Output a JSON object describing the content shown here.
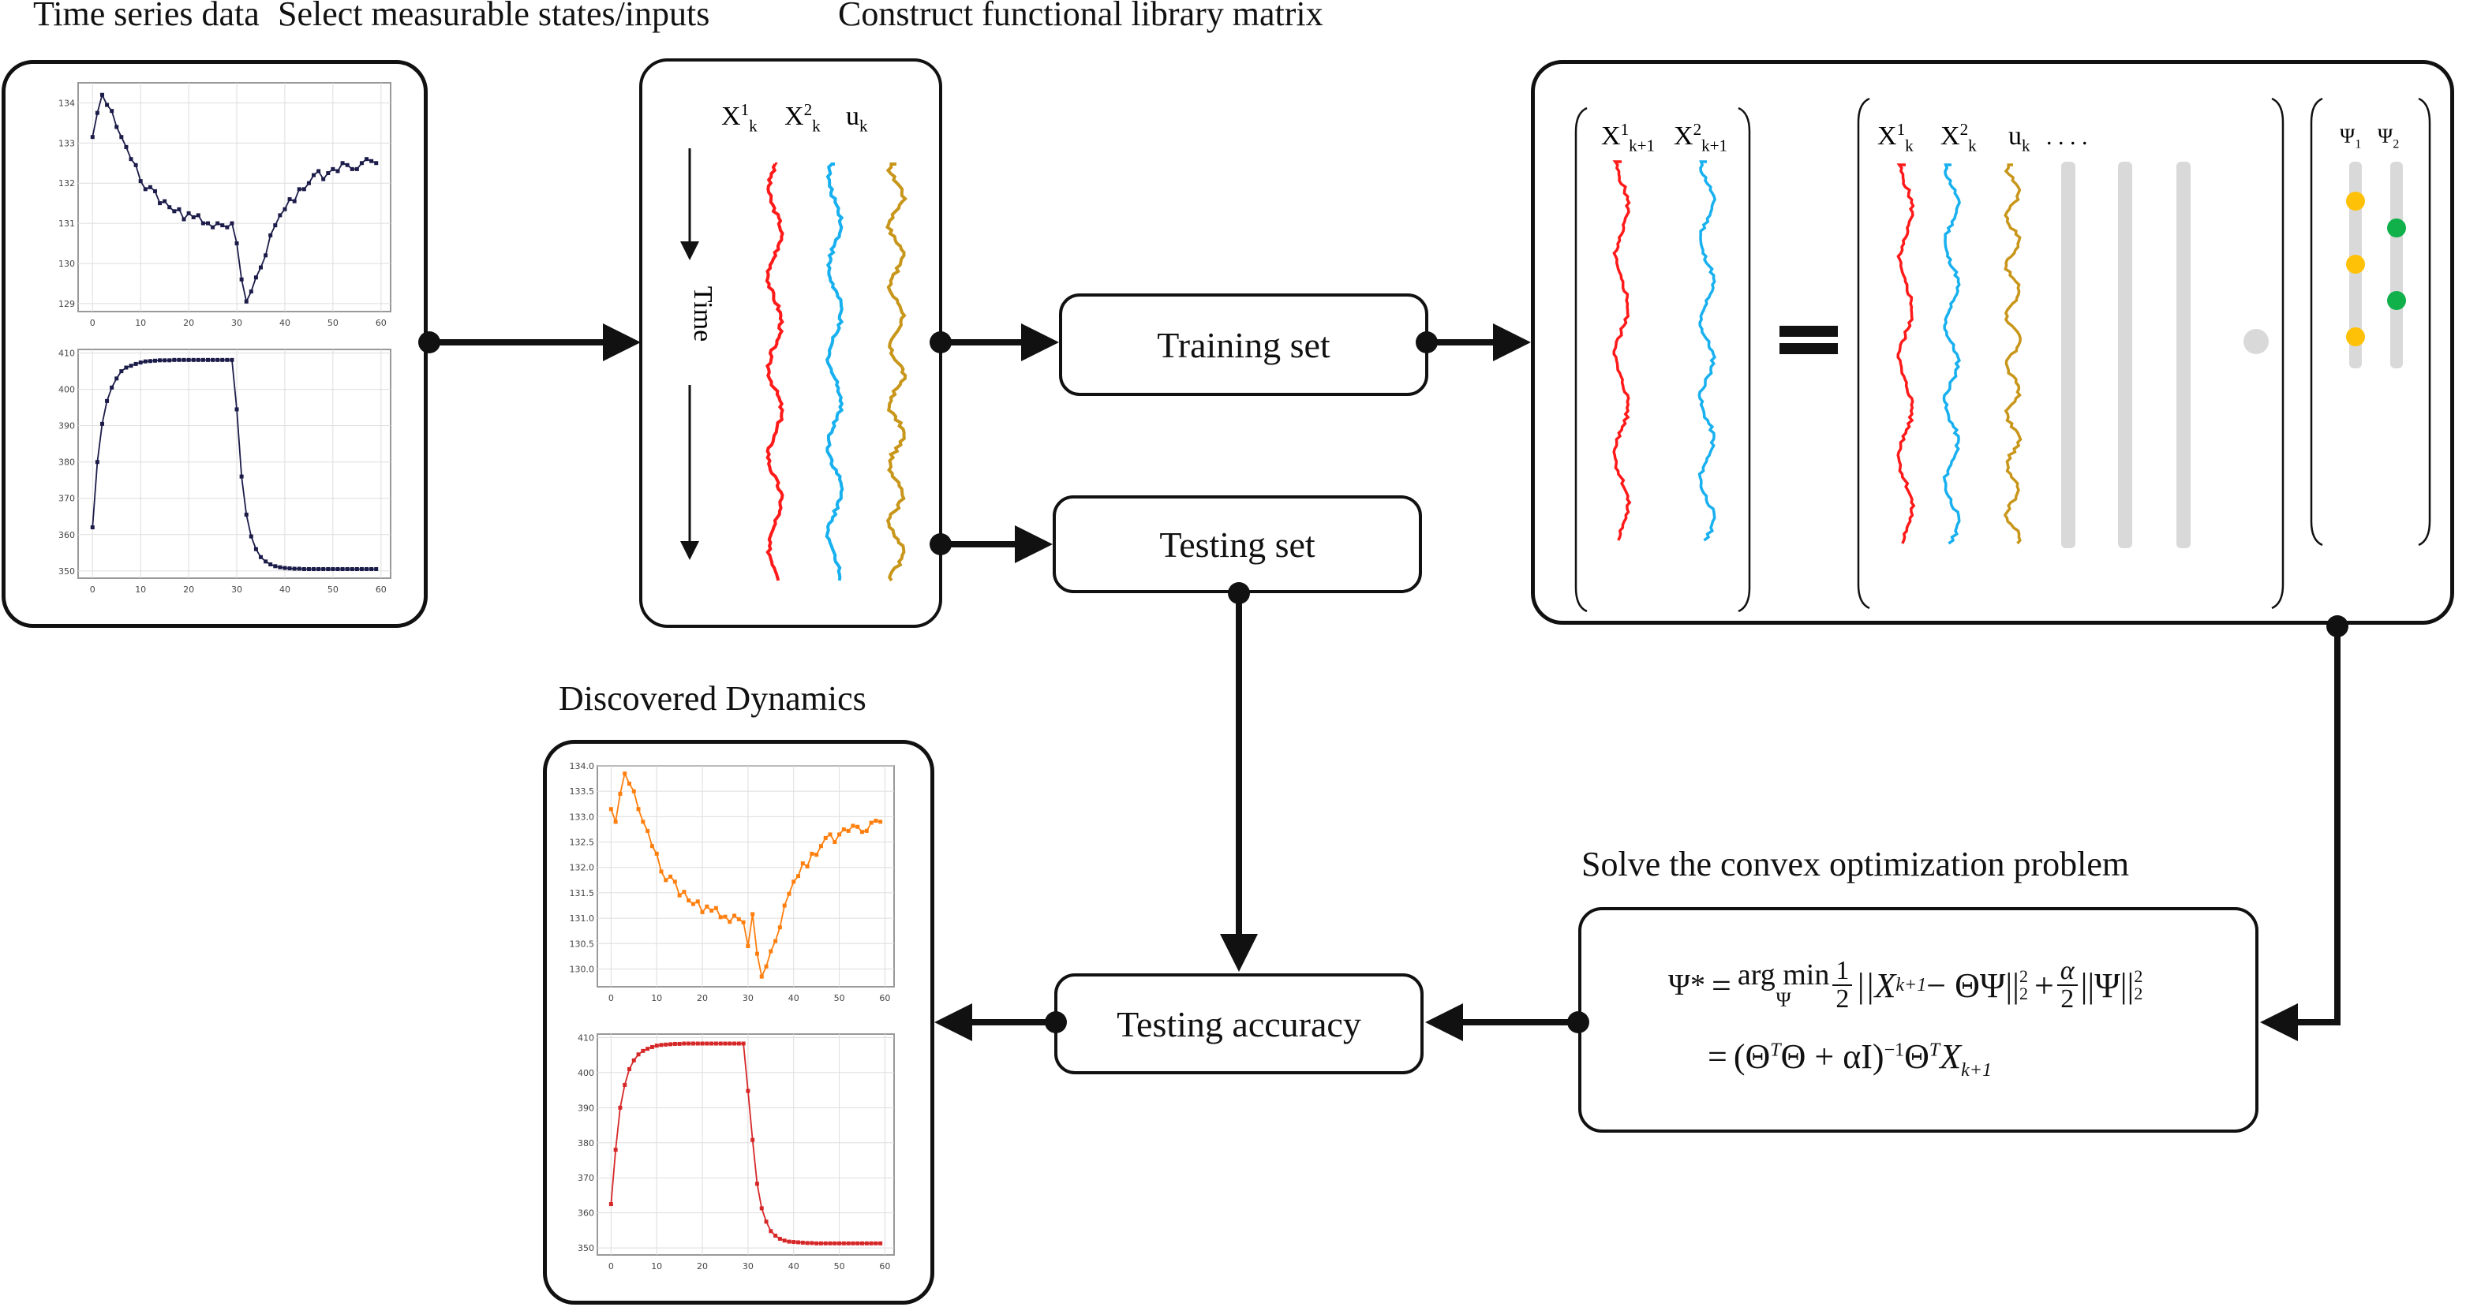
{
  "titles": {
    "time_series": "Time series data",
    "select": "Select measurable states/inputs",
    "library": "Construct functional library matrix",
    "discovered": "Discovered Dynamics",
    "solve": "Solve the convex optimization problem"
  },
  "nodes": {
    "training": "Training set",
    "testing": "Testing set",
    "accuracy": "Testing accuracy"
  },
  "select_panel": {
    "time_label": "Time",
    "columns": [
      {
        "base": "X",
        "sup": "1",
        "sub": "k",
        "color": "#ff1a1a"
      },
      {
        "base": "X",
        "sup": "2",
        "sub": "k",
        "color": "#18b0ef"
      },
      {
        "base": "u",
        "sup": "",
        "sub": "k",
        "color": "#c8961a"
      }
    ]
  },
  "library_panel": {
    "lhs_columns": [
      {
        "base": "X",
        "sup": "1",
        "sub": "k+1",
        "color": "#ff1a1a"
      },
      {
        "base": "X",
        "sup": "2",
        "sub": "k+1",
        "color": "#18b0ef"
      }
    ],
    "rhs_columns": [
      {
        "base": "X",
        "sup": "1",
        "sub": "k",
        "color": "#ff1a1a"
      },
      {
        "base": "X",
        "sup": "2",
        "sub": "k",
        "color": "#18b0ef"
      },
      {
        "base": "u",
        "sup": "",
        "sub": "k",
        "color": "#c8961a"
      }
    ],
    "ellipsis": ". . . .",
    "equals": "=",
    "coef_labels": [
      {
        "base": "Ψ",
        "sub": "1"
      },
      {
        "base": "Ψ",
        "sub": "2"
      }
    ],
    "coef_colors": {
      "psi1": "#ffc107",
      "psi2": "#10b04a",
      "placeholder": "#d9d9d9"
    }
  },
  "equation": {
    "line1": {
      "lhs": "Ψ*",
      "op": "=",
      "argmin": "arg min",
      "under": "Ψ",
      "half_num": "1",
      "half_den": "2",
      "term1": "||X",
      "term1_sub": "k+1",
      "term1_rest": " − ΘΨ||",
      "norm_sub": "2",
      "norm_sup": "2",
      "plus": "+",
      "alpha_num": "α",
      "alpha_den": "2",
      "term2": "||Ψ||"
    },
    "line2": {
      "op": "=",
      "body": "(Θ",
      "sup_T": "T",
      "mid": "Θ + αI)",
      "sup_inv": "−1",
      "theta": "Θ",
      "x": "X",
      "x_sub": "k+1"
    }
  },
  "chart_data": [
    {
      "type": "line",
      "title": "",
      "panel": "Time series data",
      "xlabel": "",
      "ylabel": "",
      "color": "#1c1c4a",
      "xlim": [
        -3,
        62
      ],
      "ylim": [
        128.8,
        134.5
      ],
      "xticks": [
        0,
        10,
        20,
        30,
        40,
        50,
        60
      ],
      "yticks": [
        129,
        130,
        131,
        132,
        133,
        134
      ],
      "x": [
        0,
        1,
        2,
        3,
        4,
        5,
        6,
        7,
        8,
        9,
        10,
        11,
        12,
        13,
        14,
        15,
        16,
        17,
        18,
        19,
        20,
        21,
        22,
        23,
        24,
        25,
        26,
        27,
        28,
        29,
        30,
        31,
        32,
        33,
        34,
        35,
        36,
        37,
        38,
        39,
        40,
        41,
        42,
        43,
        44,
        45,
        46,
        47,
        48,
        49,
        50,
        51,
        52,
        53,
        54,
        55,
        56,
        57,
        58,
        59
      ],
      "y": [
        133.15,
        133.75,
        134.2,
        133.95,
        133.8,
        133.4,
        133.15,
        132.9,
        132.6,
        132.45,
        132.05,
        131.85,
        131.9,
        131.8,
        131.5,
        131.55,
        131.4,
        131.3,
        131.35,
        131.1,
        131.25,
        131.15,
        131.2,
        131.0,
        131.0,
        130.9,
        131.0,
        130.95,
        130.9,
        131.0,
        130.5,
        129.6,
        129.05,
        129.3,
        129.65,
        129.9,
        130.2,
        130.7,
        130.95,
        131.2,
        131.35,
        131.6,
        131.55,
        131.85,
        131.85,
        132.0,
        132.2,
        132.3,
        132.1,
        132.25,
        132.35,
        132.3,
        132.5,
        132.45,
        132.35,
        132.35,
        132.5,
        132.6,
        132.55,
        132.5
      ]
    },
    {
      "type": "line",
      "title": "",
      "panel": "Time series data",
      "xlabel": "",
      "ylabel": "",
      "color": "#1c1c4a",
      "xlim": [
        -3,
        62
      ],
      "ylim": [
        348,
        411
      ],
      "xticks": [
        0,
        10,
        20,
        30,
        40,
        50,
        60
      ],
      "yticks": [
        350,
        360,
        370,
        380,
        390,
        400,
        410
      ],
      "x": [
        0,
        1,
        2,
        3,
        4,
        5,
        6,
        7,
        8,
        9,
        10,
        11,
        12,
        13,
        14,
        15,
        16,
        17,
        18,
        19,
        20,
        21,
        22,
        23,
        24,
        25,
        26,
        27,
        28,
        29,
        30,
        31,
        32,
        33,
        34,
        35,
        36,
        37,
        38,
        39,
        40,
        41,
        42,
        43,
        44,
        45,
        46,
        47,
        48,
        49,
        50,
        51,
        52,
        53,
        54,
        55,
        56,
        57,
        58,
        59
      ],
      "y": [
        362,
        380,
        390.5,
        396.8,
        400.5,
        403,
        405,
        406,
        406.5,
        407,
        407.4,
        407.7,
        407.8,
        407.9,
        408,
        408,
        408,
        408.1,
        408.1,
        408.1,
        408.1,
        408.1,
        408.1,
        408.1,
        408.1,
        408.1,
        408.1,
        408.1,
        408.1,
        408.1,
        394.5,
        376,
        365.5,
        359.5,
        356,
        353.8,
        352.6,
        351.8,
        351.3,
        351,
        350.8,
        350.7,
        350.6,
        350.6,
        350.5,
        350.5,
        350.5,
        350.5,
        350.5,
        350.5,
        350.5,
        350.5,
        350.5,
        350.5,
        350.5,
        350.5,
        350.5,
        350.5,
        350.5,
        350.5
      ]
    },
    {
      "type": "line",
      "title": "",
      "panel": "Discovered Dynamics",
      "xlabel": "",
      "ylabel": "",
      "color": "#ff7f0e",
      "xlim": [
        -3,
        62
      ],
      "ylim": [
        129.65,
        134.0
      ],
      "xticks": [
        0,
        10,
        20,
        30,
        40,
        50,
        60
      ],
      "yticks": [
        130.0,
        130.5,
        131.0,
        131.5,
        132.0,
        132.5,
        133.0,
        133.5,
        134.0
      ],
      "x": [
        0,
        1,
        2,
        3,
        4,
        5,
        6,
        7,
        8,
        9,
        10,
        11,
        12,
        13,
        14,
        15,
        16,
        17,
        18,
        19,
        20,
        21,
        22,
        23,
        24,
        25,
        26,
        27,
        28,
        29,
        30,
        31,
        32,
        33,
        34,
        35,
        36,
        37,
        38,
        39,
        40,
        41,
        42,
        43,
        44,
        45,
        46,
        47,
        48,
        49,
        50,
        51,
        52,
        53,
        54,
        55,
        56,
        57,
        58,
        59
      ],
      "y": [
        133.15,
        132.9,
        133.45,
        133.85,
        133.65,
        133.5,
        133.15,
        132.9,
        132.72,
        132.42,
        132.27,
        131.92,
        131.75,
        131.82,
        131.72,
        131.45,
        131.52,
        131.35,
        131.28,
        131.33,
        131.12,
        131.23,
        131.15,
        131.2,
        131.02,
        131.03,
        130.93,
        131.05,
        130.98,
        130.92,
        130.45,
        131.08,
        130.3,
        129.85,
        130.05,
        130.35,
        130.55,
        130.82,
        131.25,
        131.48,
        131.72,
        131.83,
        132.08,
        132.02,
        132.27,
        132.25,
        132.42,
        132.58,
        132.65,
        132.5,
        132.65,
        132.75,
        132.72,
        132.82,
        132.8,
        132.7,
        132.72,
        132.88,
        132.92,
        132.9
      ]
    },
    {
      "type": "line",
      "title": "",
      "panel": "Discovered Dynamics",
      "xlabel": "",
      "ylabel": "",
      "color": "#d62728",
      "xlim": [
        -3,
        62
      ],
      "ylim": [
        348,
        411
      ],
      "xticks": [
        0,
        10,
        20,
        30,
        40,
        50,
        60
      ],
      "yticks": [
        350,
        360,
        370,
        380,
        390,
        400,
        410
      ],
      "x": [
        0,
        1,
        2,
        3,
        4,
        5,
        6,
        7,
        8,
        9,
        10,
        11,
        12,
        13,
        14,
        15,
        16,
        17,
        18,
        19,
        20,
        21,
        22,
        23,
        24,
        25,
        26,
        27,
        28,
        29,
        30,
        31,
        32,
        33,
        34,
        35,
        36,
        37,
        38,
        39,
        40,
        41,
        42,
        43,
        44,
        45,
        46,
        47,
        48,
        49,
        50,
        51,
        52,
        53,
        54,
        55,
        56,
        57,
        58,
        59
      ],
      "y": [
        362.5,
        378,
        390,
        396.5,
        401,
        403.5,
        405.2,
        406.2,
        406.8,
        407.3,
        407.7,
        407.9,
        408,
        408.1,
        408.2,
        408.2,
        408.3,
        408.3,
        408.3,
        408.3,
        408.3,
        408.3,
        408.3,
        408.3,
        408.3,
        408.3,
        408.3,
        408.3,
        408.3,
        408.3,
        394.8,
        380.8,
        368.3,
        361.3,
        357.5,
        354.8,
        353.5,
        352.6,
        352.1,
        351.8,
        351.7,
        351.6,
        351.5,
        351.4,
        351.4,
        351.3,
        351.3,
        351.3,
        351.3,
        351.3,
        351.3,
        351.3,
        351.3,
        351.3,
        351.3,
        351.3,
        351.3,
        351.3,
        351.3,
        351.3
      ]
    }
  ]
}
